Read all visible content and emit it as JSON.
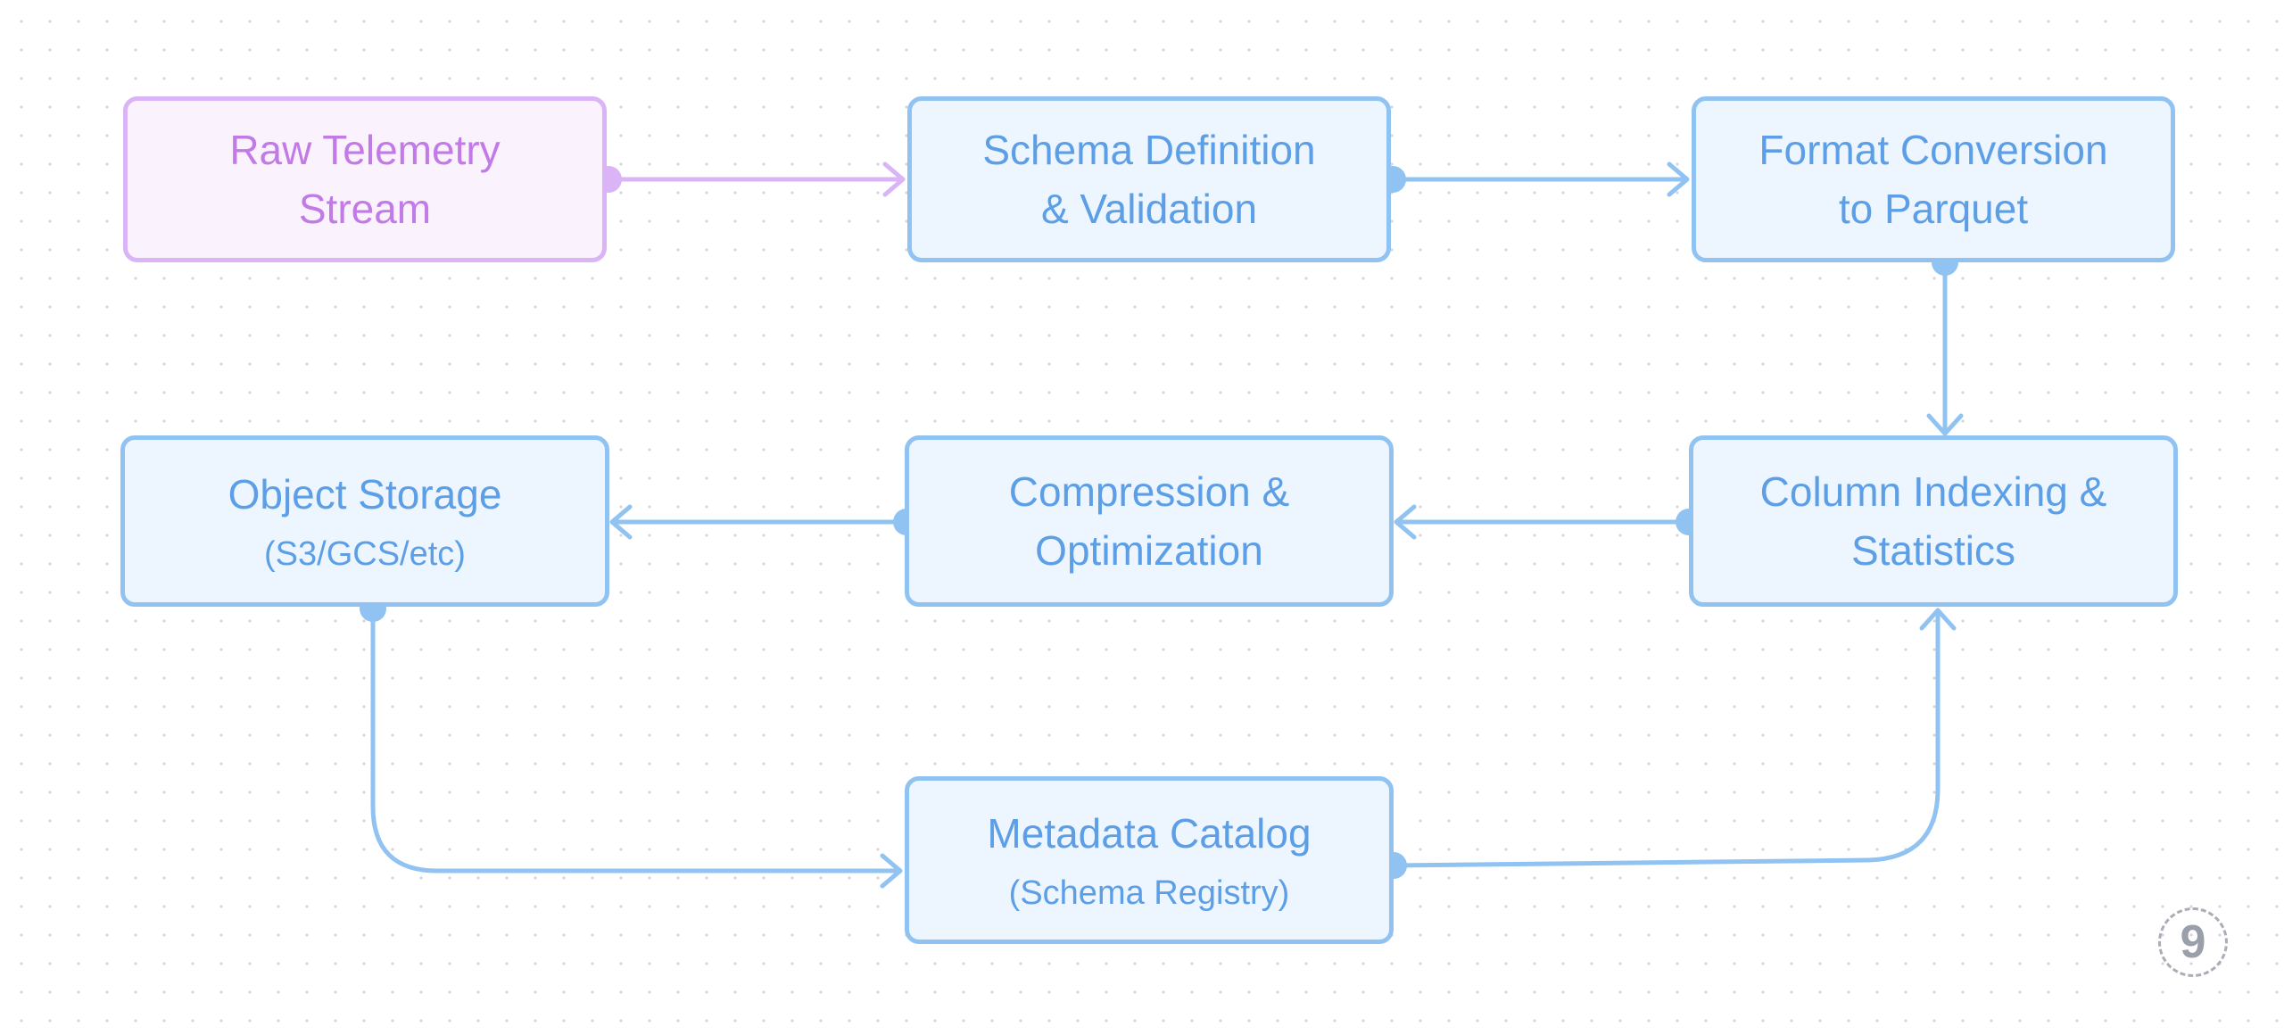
{
  "nodes": {
    "raw_telemetry": {
      "line1": "Raw Telemetry",
      "line2": "Stream"
    },
    "schema_definition": {
      "line1": "Schema Definition",
      "line2": "& Validation"
    },
    "format_conversion": {
      "line1": "Format Conversion",
      "line2": "to Parquet"
    },
    "object_storage": {
      "title": "Object Storage",
      "subtitle": "(S3/GCS/etc)"
    },
    "compression": {
      "line1": "Compression &",
      "line2": "Optimization"
    },
    "column_indexing": {
      "line1": "Column Indexing &",
      "line2": "Statistics"
    },
    "metadata_catalog": {
      "title": "Metadata Catalog",
      "subtitle": "(Schema Registry)"
    }
  },
  "edges": [
    {
      "from": "raw_telemetry",
      "to": "schema_definition"
    },
    {
      "from": "schema_definition",
      "to": "format_conversion"
    },
    {
      "from": "format_conversion",
      "to": "column_indexing"
    },
    {
      "from": "column_indexing",
      "to": "compression"
    },
    {
      "from": "compression",
      "to": "object_storage"
    },
    {
      "from": "object_storage",
      "to": "metadata_catalog"
    },
    {
      "from": "metadata_catalog",
      "to": "column_indexing"
    }
  ],
  "colors": {
    "blue_stroke": "#90c2f2",
    "blue_fill": "#edf5fe",
    "blue_text": "#5c9fe6",
    "purple_stroke": "#dab4f6",
    "purple_fill": "#faf3fe",
    "purple_text": "#c27ae6"
  },
  "page_badge": "9"
}
